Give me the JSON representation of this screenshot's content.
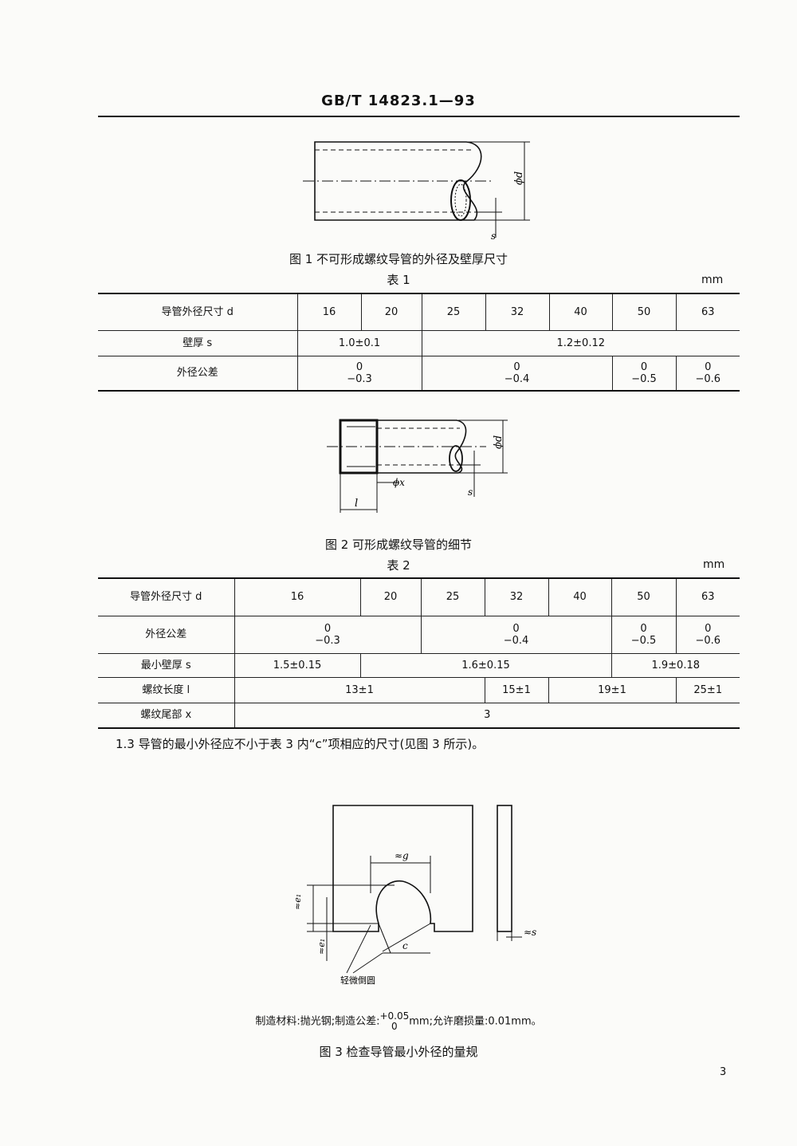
{
  "header": {
    "standard": "GB/T 14823.1—93"
  },
  "figure1": {
    "caption": "图 1   不可形成螺纹导管的外径及壁厚尺寸",
    "labels": {
      "diameter": "ϕd",
      "wall": "s"
    }
  },
  "table1": {
    "title": "表 1",
    "unit": "mm",
    "row_headers": [
      "导管外径尺寸 d",
      "壁厚 s",
      "外径公差"
    ],
    "diameters": [
      "16",
      "20",
      "25",
      "32",
      "40",
      "50",
      "63"
    ],
    "wall": [
      "1.0±0.1",
      "1.2±0.12"
    ],
    "tolerances": [
      {
        "upper": "0",
        "lower": "−0.3"
      },
      {
        "upper": "0",
        "lower": "−0.4"
      },
      {
        "upper": "0",
        "lower": "−0.5"
      },
      {
        "upper": "0",
        "lower": "−0.6"
      }
    ]
  },
  "figure2": {
    "caption": "图 2   可形成螺纹导管的细节",
    "labels": {
      "diameter": "ϕd",
      "wall": "s",
      "tail": "ϕx",
      "length": "l"
    }
  },
  "table2": {
    "title": "表 2",
    "unit": "mm",
    "row_headers": [
      "导管外径尺寸 d",
      "外径公差",
      "最小壁厚 s",
      "螺纹长度 l",
      "螺纹尾部 x"
    ],
    "diameters": [
      "16",
      "20",
      "25",
      "32",
      "40",
      "50",
      "63"
    ],
    "tolerances": [
      {
        "upper": "0",
        "lower": "−0.3"
      },
      {
        "upper": "0",
        "lower": "−0.4"
      },
      {
        "upper": "0",
        "lower": "−0.5"
      },
      {
        "upper": "0",
        "lower": "−0.6"
      }
    ],
    "min_wall": [
      "1.5±0.15",
      "1.6±0.15",
      "1.9±0.18"
    ],
    "thread_length": [
      "13±1",
      "15±1",
      "19±1",
      "25±1"
    ],
    "thread_tail": "3"
  },
  "paragraph": "1.3   导管的最小外径应不小于表 3 内“c”项相应的尺寸(见图 3 所示)。",
  "figure3": {
    "labels": {
      "g": "≈g",
      "e1_top": "≈e₁",
      "e1_bottom": "≈e₁",
      "c": "c",
      "s": "≈s",
      "chamfer": "轻微倒圆"
    },
    "note_prefix": "制造材料:抛光钢;制造公差:",
    "note_tol_upper": "+0.05",
    "note_tol_lower": "0",
    "note_suffix": "mm;允许磨损量:0.01mm。",
    "caption": "图 3   检查导管最小外径的量规"
  },
  "page_number": "3"
}
